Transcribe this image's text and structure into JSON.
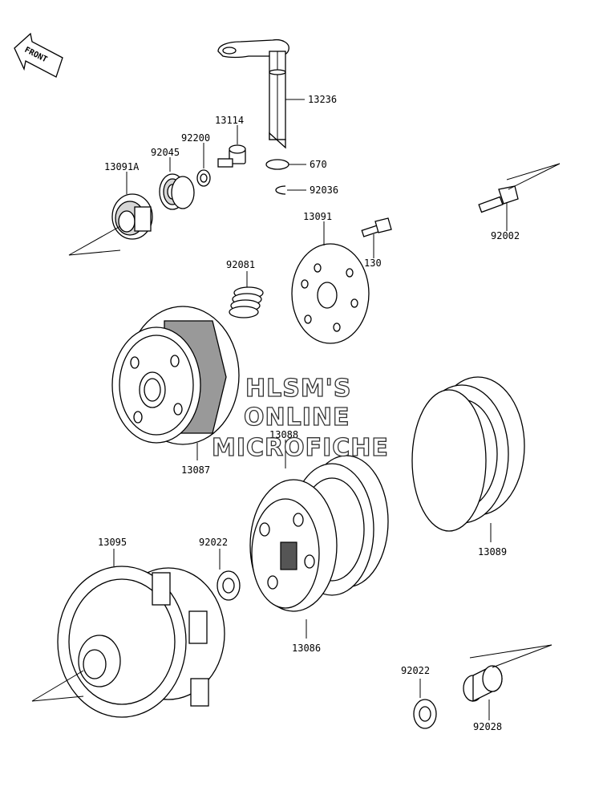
{
  "front_label": "FRONT",
  "watermark": [
    "HLSM'S",
    "ONLINE",
    "MICROFICHE"
  ],
  "parts": {
    "p13236": "13236",
    "p670": "670",
    "p92036": "92036",
    "p13114": "13114",
    "p92200": "92200",
    "p92045": "92045",
    "p13091A": "13091A",
    "p92002": "92002",
    "p13091": "13091",
    "p130": "130",
    "p92081": "92081",
    "p13087": "13087",
    "p13088": "13088",
    "p13089": "13089",
    "p13095": "13095",
    "p92022a": "92022",
    "p13086": "13086",
    "p92022b": "92022",
    "p92028": "92028"
  }
}
